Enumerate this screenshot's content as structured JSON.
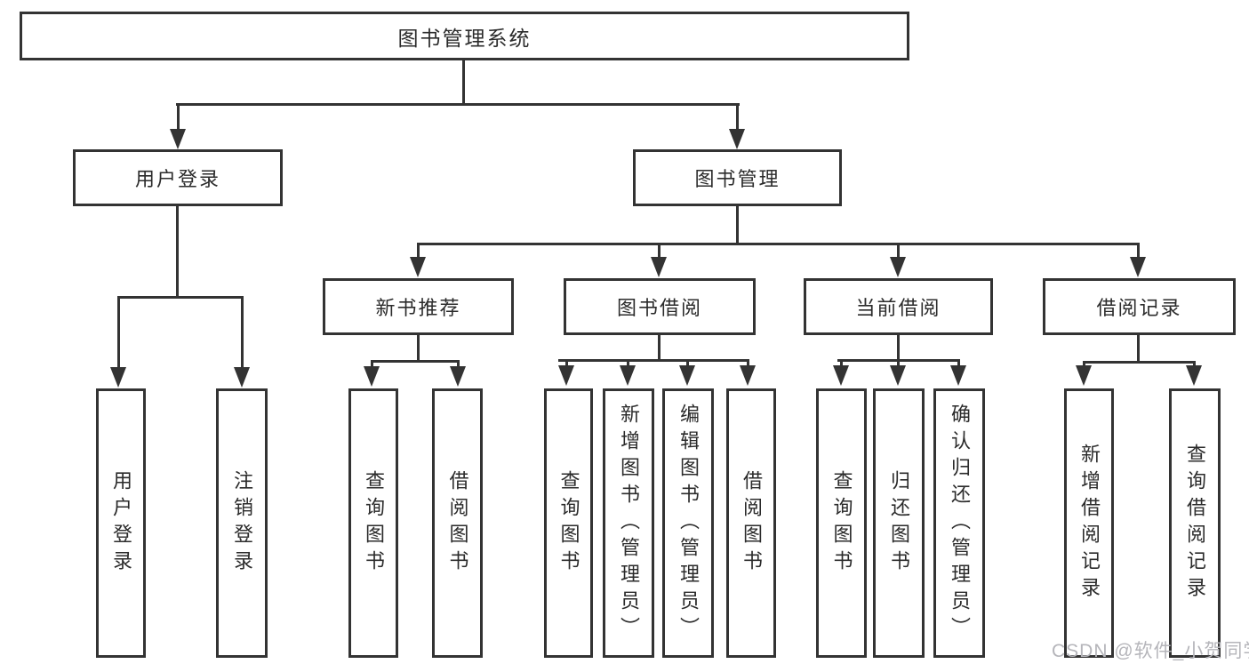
{
  "diagram": {
    "root": {
      "label": "图书管理系统"
    },
    "branches": [
      {
        "label": "用户登录",
        "leaves": [
          "用户登录",
          "注销登录"
        ]
      },
      {
        "label": "图书管理",
        "children": [
          {
            "label": "新书推荐",
            "leaves": [
              "查询图书",
              "借阅图书"
            ]
          },
          {
            "label": "图书借阅",
            "leaves": [
              "查询图书",
              "新增图书（管理员）",
              "编辑图书（管理员）",
              "借阅图书"
            ]
          },
          {
            "label": "当前借阅",
            "leaves": [
              "查询图书",
              "归还图书",
              "确认归还（管理员）"
            ]
          },
          {
            "label": "借阅记录",
            "leaves": [
              "新增借阅记录",
              "查询借阅记录"
            ]
          }
        ]
      }
    ]
  },
  "watermark": {
    "text": "CSDN @软件_小贺同学"
  },
  "colors": {
    "line": "#333333",
    "text": "#2b2b2b",
    "watermark": "#b5b5ba",
    "background": "#ffffff"
  }
}
